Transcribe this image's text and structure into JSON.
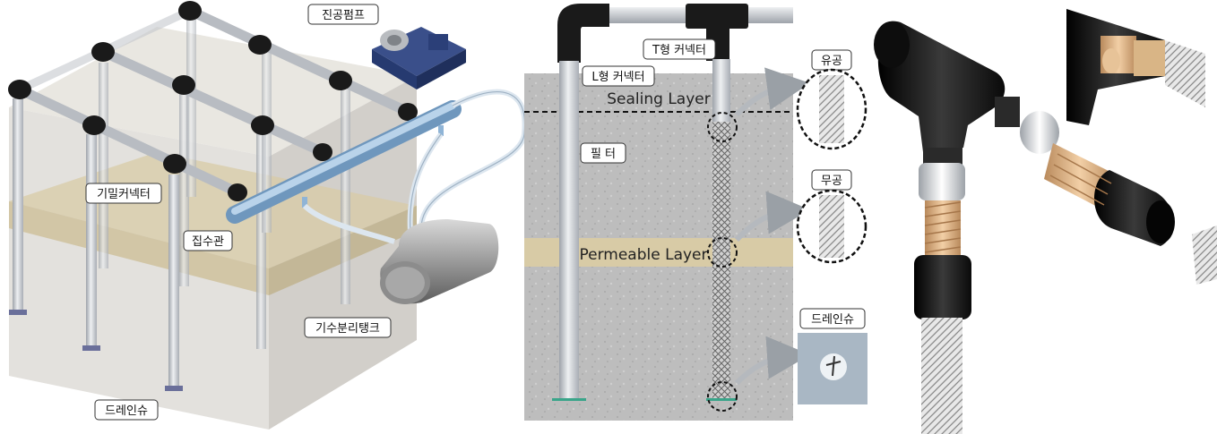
{
  "left_panel": {
    "labels": {
      "vacuum_pump": "진공펌프",
      "airtight_connector": "기밀커넥터",
      "collector_pipe": "집수관",
      "separator_tank": "기수분리탱크",
      "drain_shoe": "드레인슈"
    }
  },
  "middle_panel": {
    "labels": {
      "t_connector": "T형 커넥터",
      "l_connector": "L형 커넥터",
      "filter": "필 터",
      "sealing_layer": "Sealing Layer",
      "permeable_layer": "Permeable Layer",
      "perforated": "유공",
      "non_perforated": "무공",
      "drain_shoe": "드레인슈"
    }
  },
  "colors": {
    "black_fitting": "#1a1a1a",
    "pipe_grey": "#c9ccd1",
    "collector_blue": "#8fb4d6",
    "soil_grey": "#b9b9b9",
    "permeable_tan": "#d8cba6",
    "thread_tan": "#e2b98a"
  }
}
